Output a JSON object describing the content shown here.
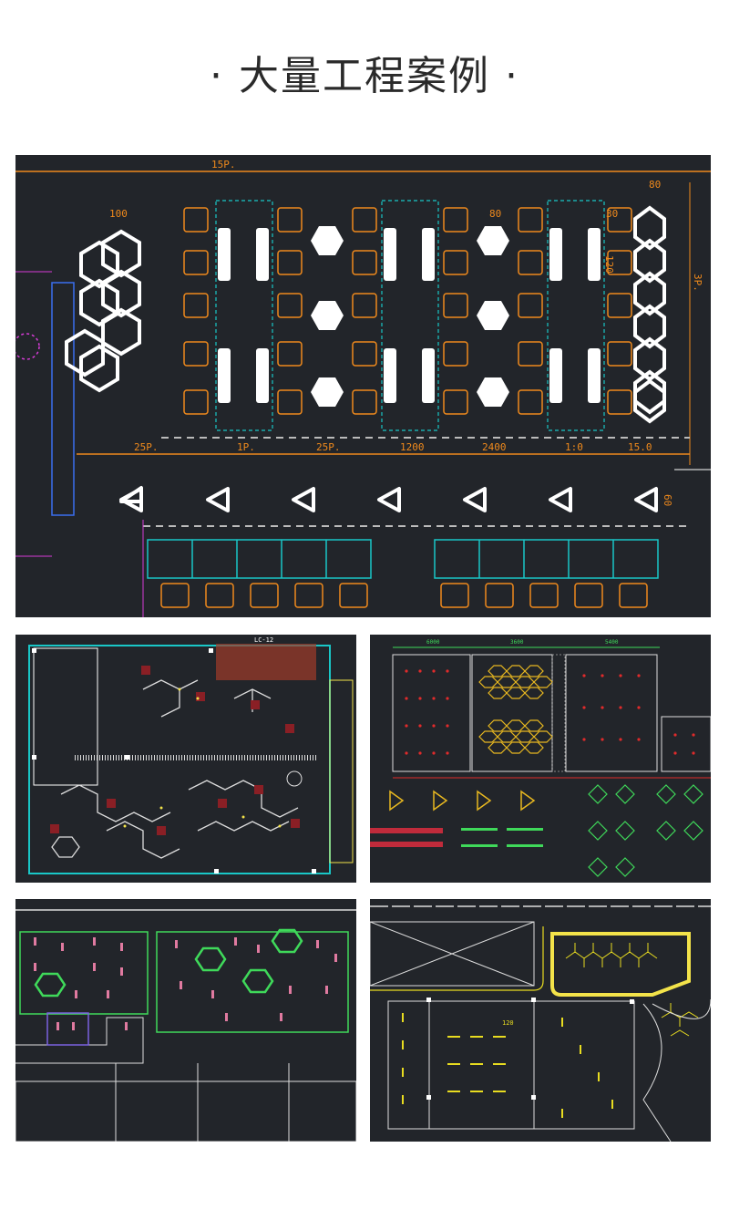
{
  "page": {
    "title": "· 大量工程案例 ·"
  },
  "colors": {
    "cad_background": "#22252a",
    "orange": "#f08a1c",
    "cyan": "#19c7c7",
    "white": "#ffffff",
    "yellow": "#f3e34a",
    "green": "#3fd95a",
    "magenta": "#d63cd6",
    "red": "#e02b2b"
  },
  "panels": [
    {
      "name": "office-layout-main",
      "dimension_labels": [
        "15P.",
        "100",
        "80",
        "80",
        "30",
        "120",
        "3P.",
        "25P.",
        "1P.",
        "25P.",
        "1200",
        "2400",
        "1:0",
        "15.0",
        "60"
      ]
    },
    {
      "name": "floor-plan-hex-branches",
      "dimension_labels": [
        "LC-12"
      ]
    },
    {
      "name": "floor-plan-honeycomb",
      "dimension_labels": [
        "6000",
        "3600",
        "5400"
      ]
    },
    {
      "name": "floor-plan-hex-ceiling",
      "dimension_labels": []
    },
    {
      "name": "floor-plan-curved-corridor",
      "dimension_labels": [
        "120"
      ]
    }
  ]
}
